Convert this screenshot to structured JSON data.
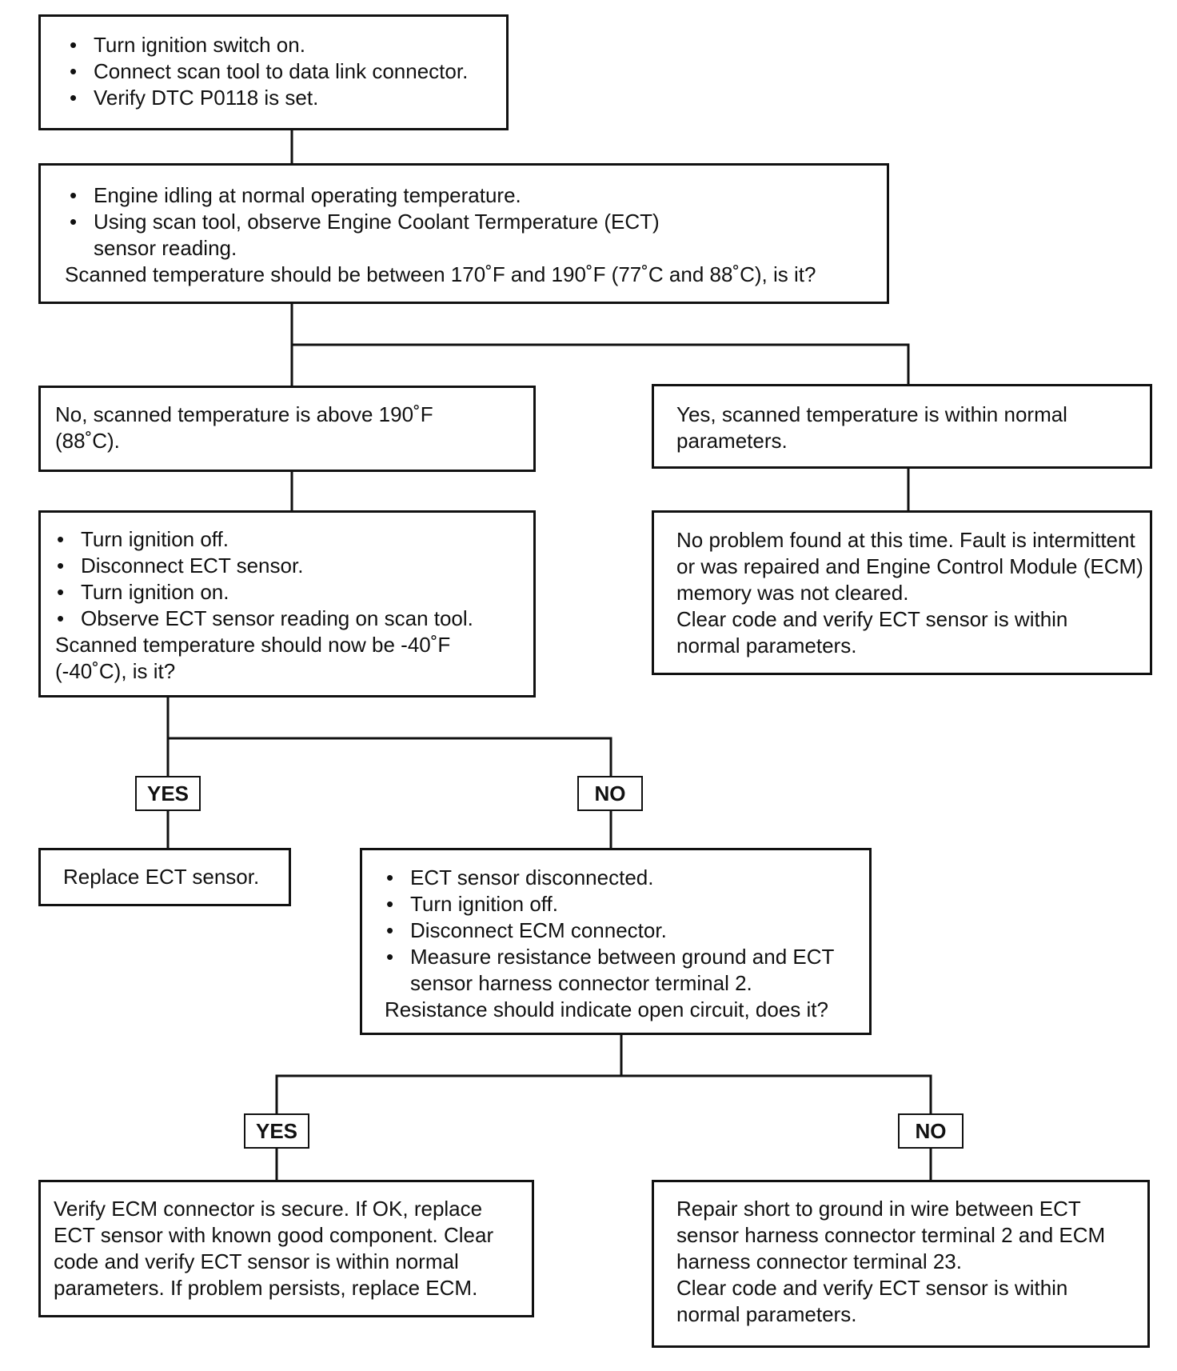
{
  "flowchart": {
    "step1": {
      "bullets": [
        "Turn ignition switch on.",
        "Connect scan tool to data link connector.",
        "Verify DTC P0118 is set."
      ]
    },
    "step2": {
      "bullets": [
        "Engine idling at normal operating temperature.",
        "Using scan tool, observe Engine Coolant Termperature (ECT) sensor reading."
      ],
      "question": "Scanned temperature should be between 170˚F and 190˚F (77˚C and 88˚C), is it?"
    },
    "branch_no_high": {
      "text": "No, scanned temperature is above 190˚F (88˚C)."
    },
    "branch_yes_normal": {
      "text": "Yes, scanned temperature is within normal parameters."
    },
    "step3": {
      "bullets": [
        "Turn ignition off.",
        "Disconnect ECT sensor.",
        "Turn ignition on.",
        "Observe ECT sensor reading on scan tool."
      ],
      "question": "Scanned temperature should now be -40˚F (-40˚C), is it?"
    },
    "result_no_problem": {
      "text": "No problem found at this time. Fault is intermittent or was repaired and Engine Control Module (ECM) memory was not cleared.",
      "text2": "Clear code and verify ECT sensor is within normal parameters."
    },
    "label_yes_1": "YES",
    "label_no_1": "NO",
    "result_replace_sensor": {
      "text": "Replace ECT sensor."
    },
    "step4": {
      "bullets": [
        "ECT sensor disconnected.",
        "Turn ignition off.",
        "Disconnect ECM connector.",
        "Measure resistance between ground and ECT sensor harness connector terminal 2."
      ],
      "question": "Resistance should indicate open circuit, does it?"
    },
    "label_yes_2": "YES",
    "label_no_2": "NO",
    "result_verify_ecm": {
      "text": "Verify ECM connector is secure. If OK, replace ECT sensor with known good component. Clear code and verify ECT sensor is within normal parameters. If problem persists, replace ECM."
    },
    "result_repair_short": {
      "text": "Repair short to ground in wire between ECT sensor harness connector terminal 2 and ECM harness connector terminal 23.",
      "text2": "Clear code and verify ECT sensor is within normal parameters."
    }
  }
}
